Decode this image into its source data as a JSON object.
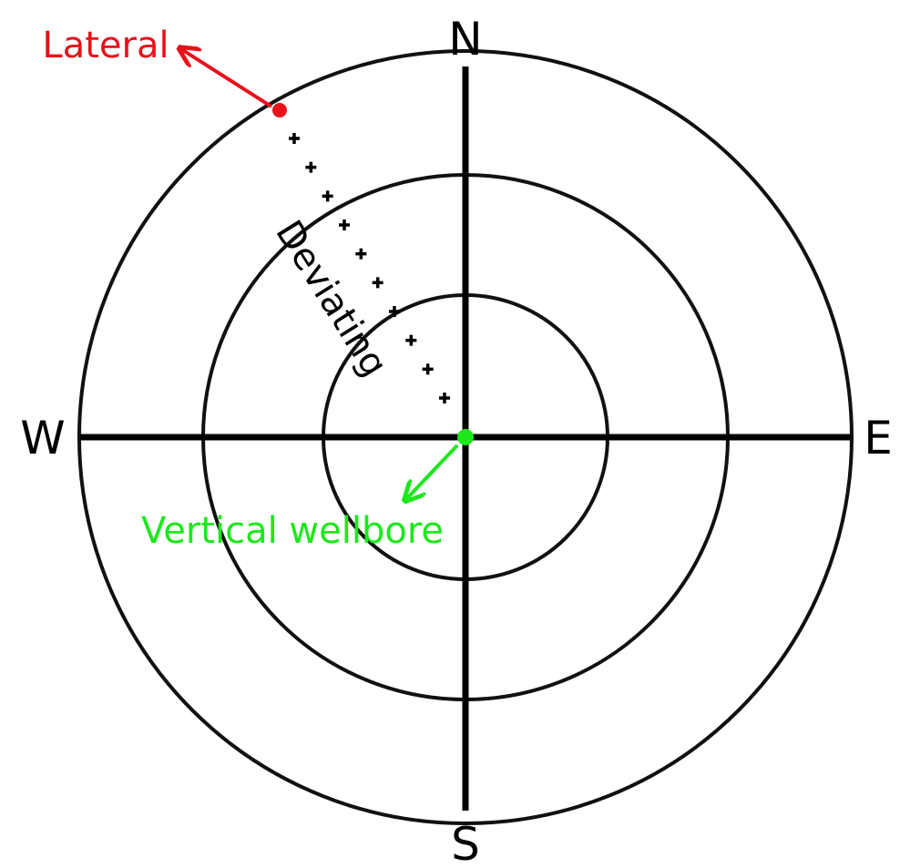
{
  "compass": {
    "north": "N",
    "south": "S",
    "west": "W",
    "east": "E"
  },
  "labels": {
    "lateral": "Lateral",
    "vertical_wellbore": "Vertical wellbore",
    "deviating": "Deviating"
  },
  "colors": {
    "lateral": "#e8121a",
    "vertical_wellbore": "#1ce81c",
    "grid": "#000000"
  },
  "markers": {
    "deviating_path_symbol": "+",
    "deviating_path_count": 10
  }
}
